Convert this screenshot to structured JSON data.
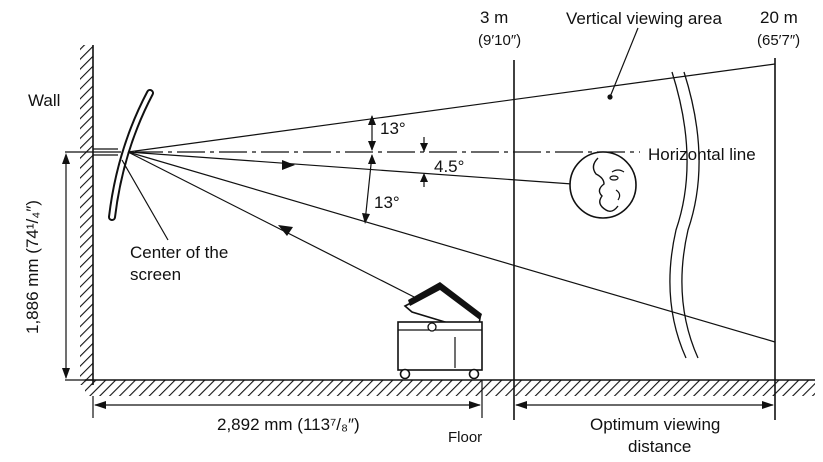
{
  "labels": {
    "wall": "Wall",
    "center_line1": "Center of the",
    "center_line2": "screen",
    "horizontal_line": "Horizontal line",
    "vertical_area": "Vertical viewing area",
    "floor": "Floor",
    "optimum_line1": "Optimum viewing",
    "optimum_line2": "distance"
  },
  "angles": {
    "upper": "13°",
    "lower": "13°",
    "eye": "4.5°"
  },
  "distances": {
    "near_m": "3 m",
    "near_ft": "(9′10″)",
    "far_m": "20 m",
    "far_ft": "(65′7″)"
  },
  "dimensions": {
    "height": "1,886 mm (74¹/₄″)",
    "width": "2,892 mm (113⁷/₈″)"
  },
  "colors": {
    "ink": "#111111",
    "paper": "#ffffff"
  },
  "icons": [
    "wall-hatch",
    "floor-hatch",
    "curved-screen",
    "viewer-face",
    "projector-unit"
  ]
}
